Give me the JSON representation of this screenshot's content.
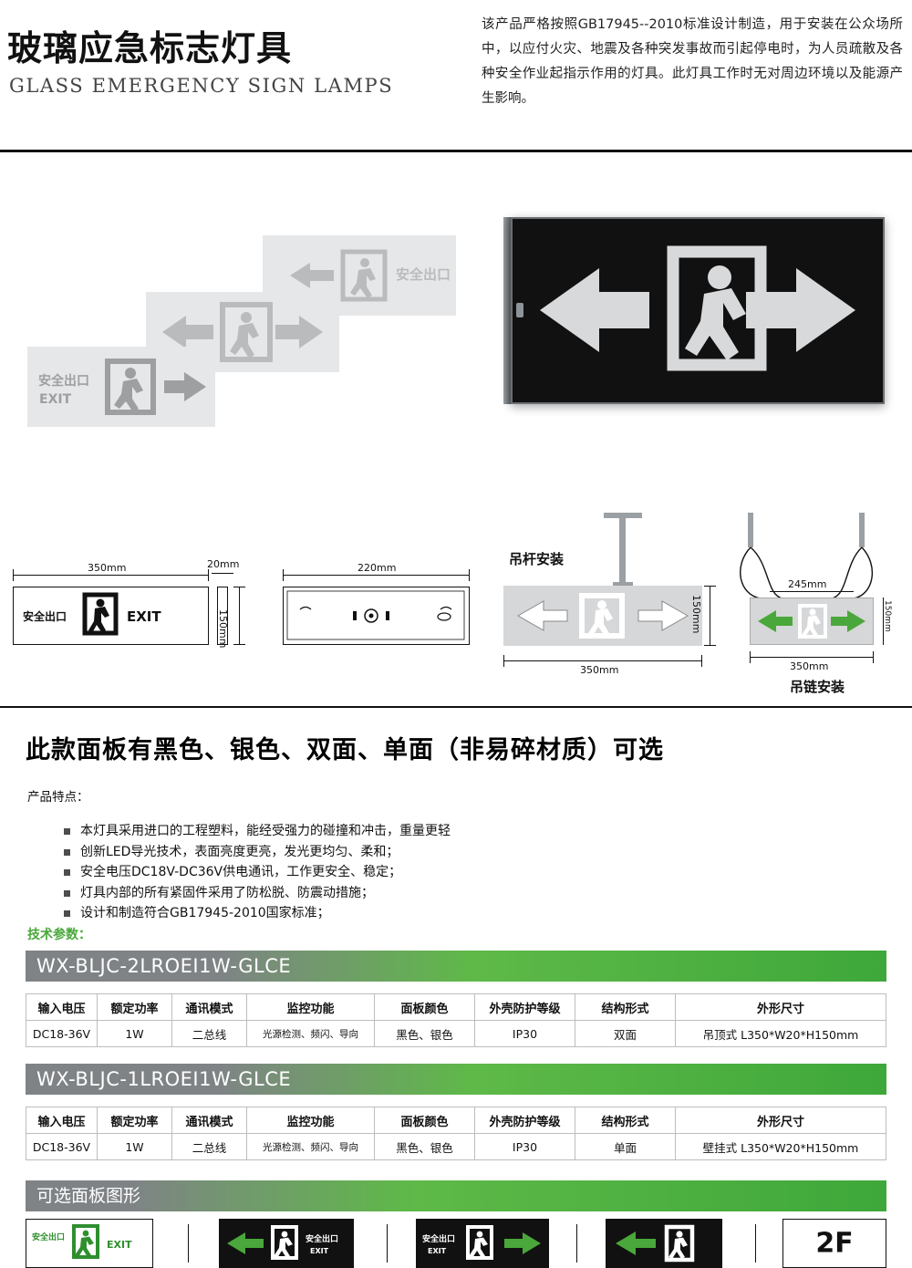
{
  "header": {
    "title_cn": "玻璃应急标志灯具",
    "title_en": "GLASS EMERGENCY SIGN LAMPS",
    "description": "该产品严格按照GB17945--2010标准设计制造，用于安装在公众场所中，以应付火灾、地震及各种突发事故而引起停电时，为人员疏散及各种安全作业起指示作用的灯具。此灯具工作时无对周边环境以及能源产生影响。"
  },
  "hero": {
    "glass_labels": {
      "exit_cn": "安全出口",
      "exit_en": "EXIT"
    }
  },
  "dimensions": {
    "front_width": "350mm",
    "front_height": "150mm",
    "thickness": "20mm",
    "back_width": "220mm",
    "pole_mount_label": "吊杆安装",
    "pole_width": "350mm",
    "pole_height": "150mm",
    "chain_mount_label": "吊链安装",
    "chain_inner_width": "245mm",
    "chain_width": "350mm",
    "chain_height": "150mm",
    "sign_cn": "安全出口",
    "sign_en": "EXIT"
  },
  "mid_heading": "此款面板有黑色、银色、双面、单面（非易碎材质）可选",
  "features": {
    "title": "产品特点：",
    "items": [
      "本灯具采用进口的工程塑料，能经受强力的碰撞和冲击，重量更轻",
      "创新LED导光技术，表面亮度更亮，发光更均匀、柔和；",
      "安全电压DC18V-DC36V供电通讯，工作更安全、稳定；",
      "灯具内部的所有紧固件采用了防松脱、防震动措施；",
      "设计和制造符合GB17945-2010国家标准；"
    ]
  },
  "tech_title": "技术参数：",
  "specs": [
    {
      "model": "WX-BLJC-2LROEⅠ1W-GLCE",
      "headers": [
        "输入电压",
        "额定功率",
        "通讯模式",
        "监控功能",
        "面板颜色",
        "外壳防护等级",
        "结构形式",
        "外形尺寸"
      ],
      "values": [
        "DC18-36V",
        "1W",
        "二总线",
        "光源检测、频闪、导向",
        "黑色、银色",
        "IP30",
        "双面",
        "吊顶式 L350*W20*H150mm"
      ]
    },
    {
      "model": "WX-BLJC-1LROEⅠ1W-GLCE",
      "headers": [
        "输入电压",
        "额定功率",
        "通讯模式",
        "监控功能",
        "面板颜色",
        "外壳防护等级",
        "结构形式",
        "外形尺寸"
      ],
      "values": [
        "DC18-36V",
        "1W",
        "二总线",
        "光源检测、频闪、导向",
        "黑色、银色",
        "IP30",
        "单面",
        "壁挂式 L350*W20*H150mm"
      ]
    }
  ],
  "optional_panels": {
    "bar_label": "可选面板图形",
    "items": [
      {
        "type": "light",
        "cn": "安全出口",
        "en": "EXIT",
        "arrow": "none"
      },
      {
        "type": "dark",
        "cn": "安全出口",
        "en": "EXIT",
        "arrow": "left"
      },
      {
        "type": "dark",
        "cn": "安全出口",
        "en": "EXIT",
        "arrow": "right"
      },
      {
        "type": "dark",
        "cn": "",
        "en": "",
        "arrow": "left"
      },
      {
        "type": "dark",
        "cn": "",
        "en": "",
        "arrow": "floor",
        "floor_text": "2F"
      }
    ]
  },
  "colors": {
    "green": "#3ea83a",
    "green_light": "#5eb948",
    "gray_bar": "#7f8386",
    "panel_black": "#111111",
    "glass_gray": "#e6e7e8"
  }
}
